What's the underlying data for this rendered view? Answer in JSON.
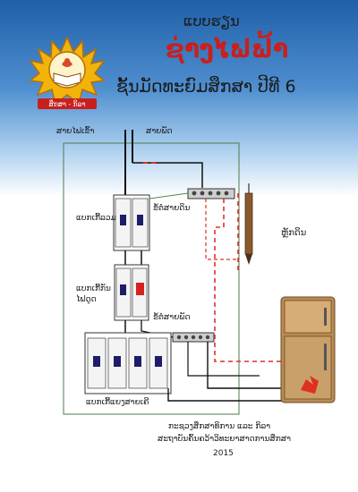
{
  "cover": {
    "series": "ແບບຮຽນ",
    "title": "ຊ່າງໄຟຟ້າ",
    "grade": "ຊັ້ນມັດທະຍົມສຶກສາ ປີທີ 6"
  },
  "logo": {
    "text": "ສຶກສາ - ກິລາ"
  },
  "diagram_labels": {
    "supply_wire": "ສາຍໄຟເຂົ້າ",
    "neutral_wire": "ສາຍພັດ",
    "main_breaker": "ແບກເກີ້ລວມ",
    "ground_bar": "ຂໍ້ຕໍ່ສາຍດິນ",
    "rcd_breaker": "ແບກເກີ້ກັນໄຟດູດ",
    "neutral_bar": "ຂໍ້ຕໍ່ສາຍພັດ",
    "branch_breakers": "ແບກເກີ້ແຍງສາຍເຄີ",
    "ground_rod": "ຫຼັກດິນ"
  },
  "publisher": {
    "line1": "ກະຊວງສຶກສາທິການ ແລະ ກິລາ",
    "line2": "ສະຖາບັນຄົ້ນຄວ້າວິທະຍາສາດການສຶກສາ",
    "year": "2015"
  },
  "colors": {
    "title_red": "#c8201e",
    "header_blue": "#1f5fa8",
    "logo_gold": "#f2b40b",
    "wire_red": "#e03020",
    "board_green": "#4c7a4c"
  }
}
